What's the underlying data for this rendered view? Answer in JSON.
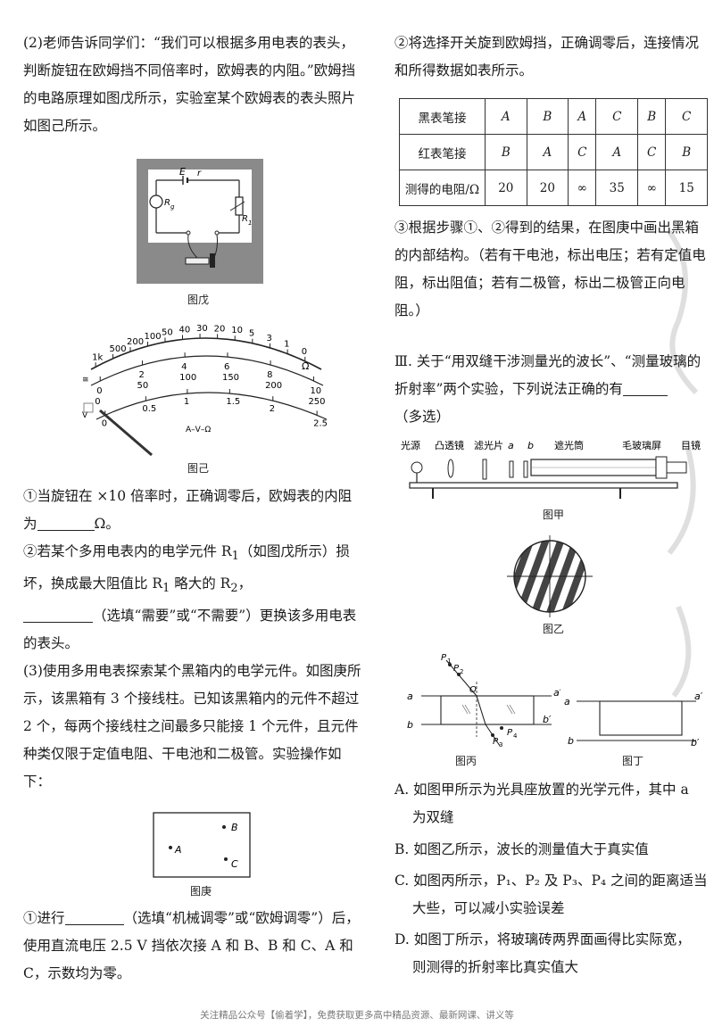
{
  "left": {
    "p2_intro": "(2)老师告诉同学们：“我们可以根据多用电表的表头，判断旋钮在欧姆挡不同倍率时，欧姆表的内阻。”欧姆挡的电路原理如图戊所示，实验室某个欧姆表的表头照片如图己所示。",
    "fig_wu": {
      "caption": "图戊",
      "label_e": "E",
      "label_r": "r",
      "label_rg": "R",
      "label_rg_sub": "g",
      "label_r1": "R",
      "label_r1_sub": "1"
    },
    "fig_ji": {
      "caption": "图己",
      "ohm_ticks": [
        "1k",
        "500",
        "200",
        "100",
        "50",
        "40",
        "30",
        "20",
        "10",
        "5",
        "3",
        "1",
        "0"
      ],
      "omega": "Ω",
      "scale_mid": [
        "0",
        "2",
        "4",
        "6",
        "8",
        "10"
      ],
      "scale_50": [
        "0",
        "50",
        "100",
        "150",
        "200",
        "250"
      ],
      "scale_v": [
        "0",
        "0.5",
        "1",
        "1.5",
        "2",
        "2.5"
      ],
      "left_mark_a": "≅",
      "left_mark_v": "V",
      "unit_label": "A–V–Ω"
    },
    "q1": "①当旋钮在 ×10 倍率时，正确调零后，欧姆表的内阻为",
    "q1_tail": "Ω。",
    "q2_a": "②若某个多用电表内的电学元件 R",
    "q2_sub1": "1",
    "q2_b": "（如图戊所示）损坏，换成最大阻值比 R",
    "q2_sub2": "1",
    "q2_c": " 略大的 R",
    "q2_sub3": "2",
    "q2_d": "，",
    "q2_tail": "（选填“需要”或“不需要”）更换该多用电表的表头。",
    "p3_intro": "(3)使用多用电表探索某个黑箱内的电学元件。如图庚所示，该黑箱有 3 个接线柱。已知该黑箱内的元件不超过 2 个，每两个接线柱之间最多只能接 1 个元件，且元件种类仅限于定值电阻、干电池和二极管。实验操作如下：",
    "fig_geng": {
      "caption": "图庚",
      "a": "A",
      "b": "B",
      "c": "C"
    },
    "step1_a": "①进行",
    "step1_b": "（选填“机械调零”或“欧姆调零”）后，使用直流电压 2.5 V 挡依次接 A 和 B、B 和 C、A 和 C，示数均为零。"
  },
  "right": {
    "step2": "②将选择开关旋到欧姆挡，正确调零后，连接情况和所得数据如表所示。",
    "table": {
      "rows": [
        {
          "head": "黑表笔接",
          "cells": [
            "A",
            "B",
            "A",
            "C",
            "B",
            "C"
          ]
        },
        {
          "head": "红表笔接",
          "cells": [
            "B",
            "A",
            "C",
            "A",
            "C",
            "B"
          ]
        },
        {
          "head": "测得的电阻/Ω",
          "cells": [
            "20",
            "20",
            "∞",
            "35",
            "∞",
            "15"
          ]
        }
      ]
    },
    "step3": "③根据步骤①、②得到的结果，在图庚中画出黑箱的内部结构。（若有干电池，标出电压；若有定值电阻，标出阻值；若有二极管，标出二极管正向电阻。）",
    "part3": "Ⅲ. 关于“用双缝干涉测量光的波长”、“测量玻璃的折射率”两个实验，下列说法正确的有",
    "part3_tail": "（多选）",
    "fig_jia": {
      "caption": "图甲",
      "labels": [
        "光源",
        "凸透镜",
        "滤光片",
        "遮光筒",
        "毛玻璃屏",
        "目镜"
      ],
      "a": "a",
      "b": "b"
    },
    "fig_yi": {
      "caption": "图乙"
    },
    "fig_bing": {
      "caption": "图丙",
      "p1": "P",
      "p2": "P",
      "p3": "P",
      "p4": "P",
      "s1": "1",
      "s2": "2",
      "s3": "3",
      "s4": "4",
      "o": "O",
      "a": "a",
      "a2": "a′",
      "b": "b",
      "b2": "b′"
    },
    "fig_ding": {
      "caption": "图丁",
      "a": "a",
      "a2": "a′",
      "b": "b",
      "b2": "b′"
    },
    "optA_1": "A. 如图甲所示为光具座放置的光学元件，其中 a",
    "optA_2": "为双缝",
    "optB": "B. 如图乙所示，波长的测量值大于真实值",
    "optC_1": "C. 如图丙所示，P₁、P₂ 及 P₃、P₄ 之间的距离适当",
    "optC_2": "大些，可以减小实验误差",
    "optD_1": "D. 如图丁所示，将玻璃砖两界面画得比实际宽，",
    "optD_2": "则测得的折射率比真实值大"
  },
  "footer": "关注精品公众号【偷着学】，免费获取更多高中精品资源、最新网课、讲义等"
}
